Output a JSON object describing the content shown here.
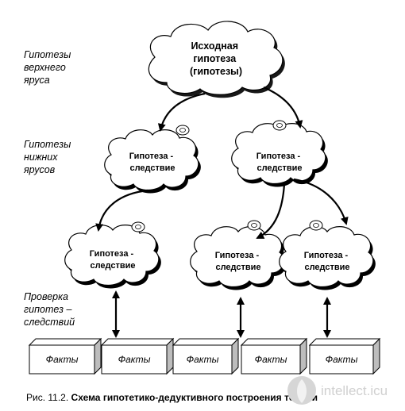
{
  "levels": {
    "upper": [
      "Гипотезы",
      "верхнего",
      "яруса"
    ],
    "lower": [
      "Гипотезы",
      "нижних",
      "ярусов"
    ],
    "check": [
      "Проверка",
      "гипотез –",
      "следствий"
    ]
  },
  "root": [
    "Исходная",
    "гипотеза",
    "(гипотезы)"
  ],
  "hypothesis": [
    "Гипотеза -",
    "следствие"
  ],
  "fact_label": "Факты",
  "caption": {
    "prefix": "Рис. 11.2.",
    "title": "Схема гипотетико-дедуктивного построения теории"
  },
  "watermark": "intellect.icu"
}
